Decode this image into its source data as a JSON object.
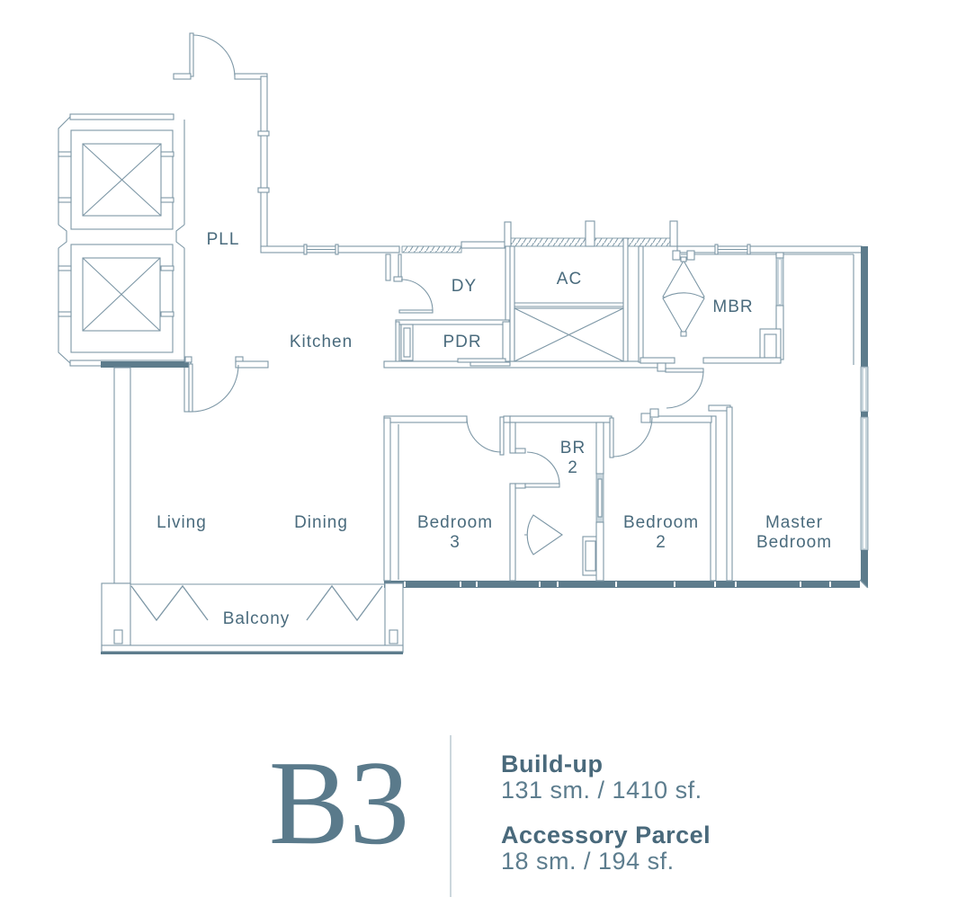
{
  "rooms": {
    "pll": "PLL",
    "kitchen": "Kitchen",
    "dy": "DY",
    "pdr": "PDR",
    "ac": "AC",
    "mbr": "MBR",
    "living": "Living",
    "dining": "Dining",
    "balcony": "Balcony",
    "bedroom3": [
      "Bedroom",
      "3"
    ],
    "br2": [
      "BR",
      "2"
    ],
    "bedroom2": [
      "Bedroom",
      "2"
    ],
    "master": [
      "Master",
      "Bedroom"
    ]
  },
  "info": {
    "unit": "B3",
    "buildup_label": "Build-up",
    "buildup_value": "131 sm. / 1410 sf.",
    "accessory_label": "Accessory Parcel",
    "accessory_value": "18 sm. / 194 sf."
  },
  "colors": {
    "wall_dark": "#5d7c8c",
    "line": "#7d97a6",
    "text": "#4a6b7d",
    "accent": "#5a7a8b"
  }
}
